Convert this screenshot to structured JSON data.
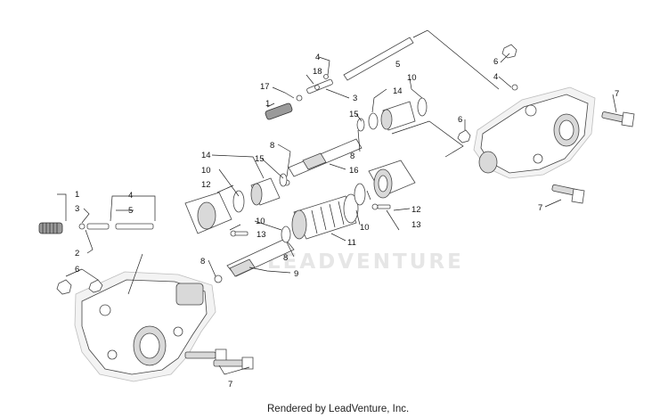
{
  "watermark": "LEADVENTURE",
  "credit": "Rendered by LeadVenture, Inc.",
  "callouts": {
    "c1_left": "1",
    "c2_left": "2",
    "c3_left": "3",
    "c4_left": "4",
    "c5_left": "5",
    "c6_left": "6",
    "c7_left": "7",
    "c8_shaft": "8",
    "c9": "9",
    "c10_lower": "10",
    "c8_lower": "8",
    "c11": "11",
    "c12_right": "12",
    "c13_right": "13",
    "c10_flange": "10",
    "c12_left": "12",
    "c13_left": "13",
    "c14_left": "14",
    "c15_left": "15",
    "c8_mid": "8",
    "c16": "16",
    "c14_top": "14",
    "c10_top": "10",
    "c15_top": "15",
    "c8_top": "8",
    "c17": "17",
    "c18": "18",
    "c4_top": "4",
    "c3_top": "3",
    "c1_top": "1",
    "c5_top": "5",
    "c6_right_top": "6",
    "c4_right": "4",
    "c6_right": "6",
    "c7_right_top": "7",
    "c7_right": "7",
    "c7_bottom": "7"
  }
}
